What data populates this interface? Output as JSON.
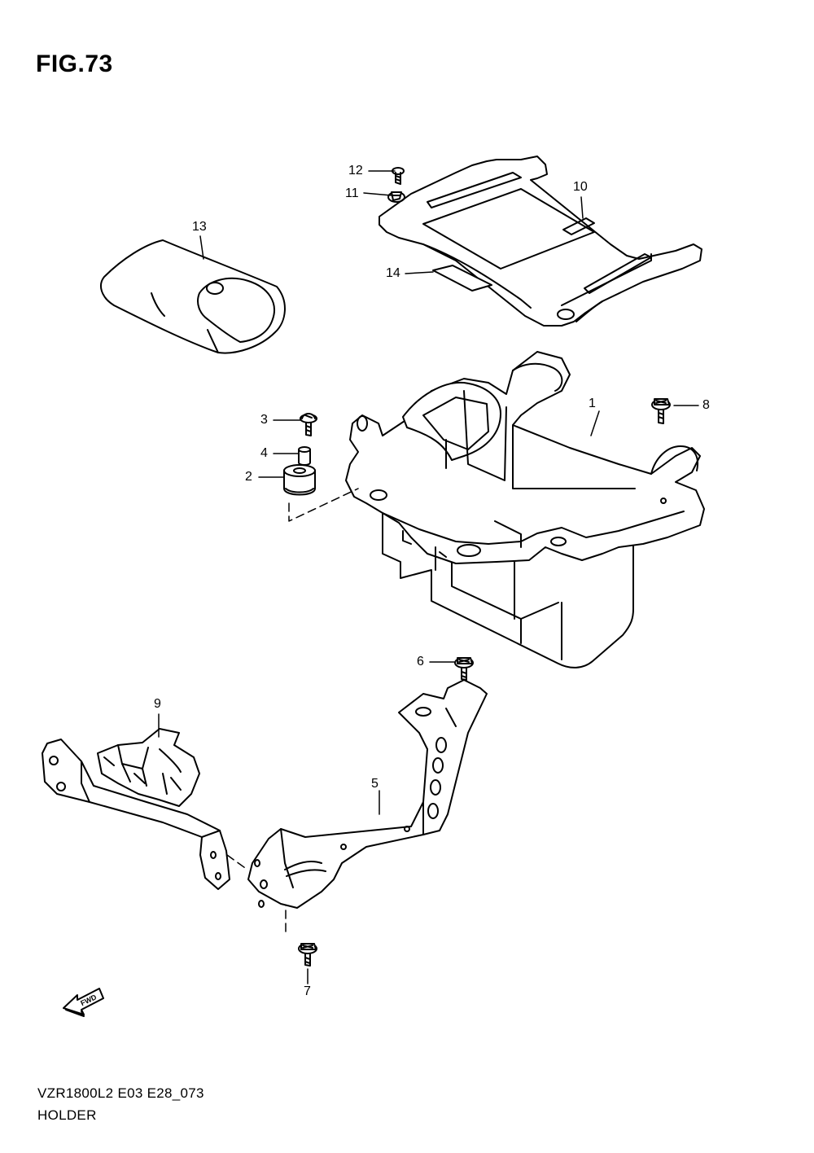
{
  "figure": {
    "title": "FIG.73"
  },
  "callouts": [
    {
      "id": "c1",
      "label": "1"
    },
    {
      "id": "c2",
      "label": "2"
    },
    {
      "id": "c3",
      "label": "3"
    },
    {
      "id": "c4",
      "label": "4"
    },
    {
      "id": "c5",
      "label": "5"
    },
    {
      "id": "c6",
      "label": "6"
    },
    {
      "id": "c7",
      "label": "7"
    },
    {
      "id": "c8",
      "label": "8"
    },
    {
      "id": "c9",
      "label": "9"
    },
    {
      "id": "c10",
      "label": "10"
    },
    {
      "id": "c11",
      "label": "11"
    },
    {
      "id": "c12",
      "label": "12"
    },
    {
      "id": "c13",
      "label": "13"
    },
    {
      "id": "c14",
      "label": "14"
    }
  ],
  "fwd_marker": {
    "label": "FWD"
  },
  "footer": {
    "code": "VZR1800L2 E03 E28_073",
    "name": "HOLDER"
  }
}
